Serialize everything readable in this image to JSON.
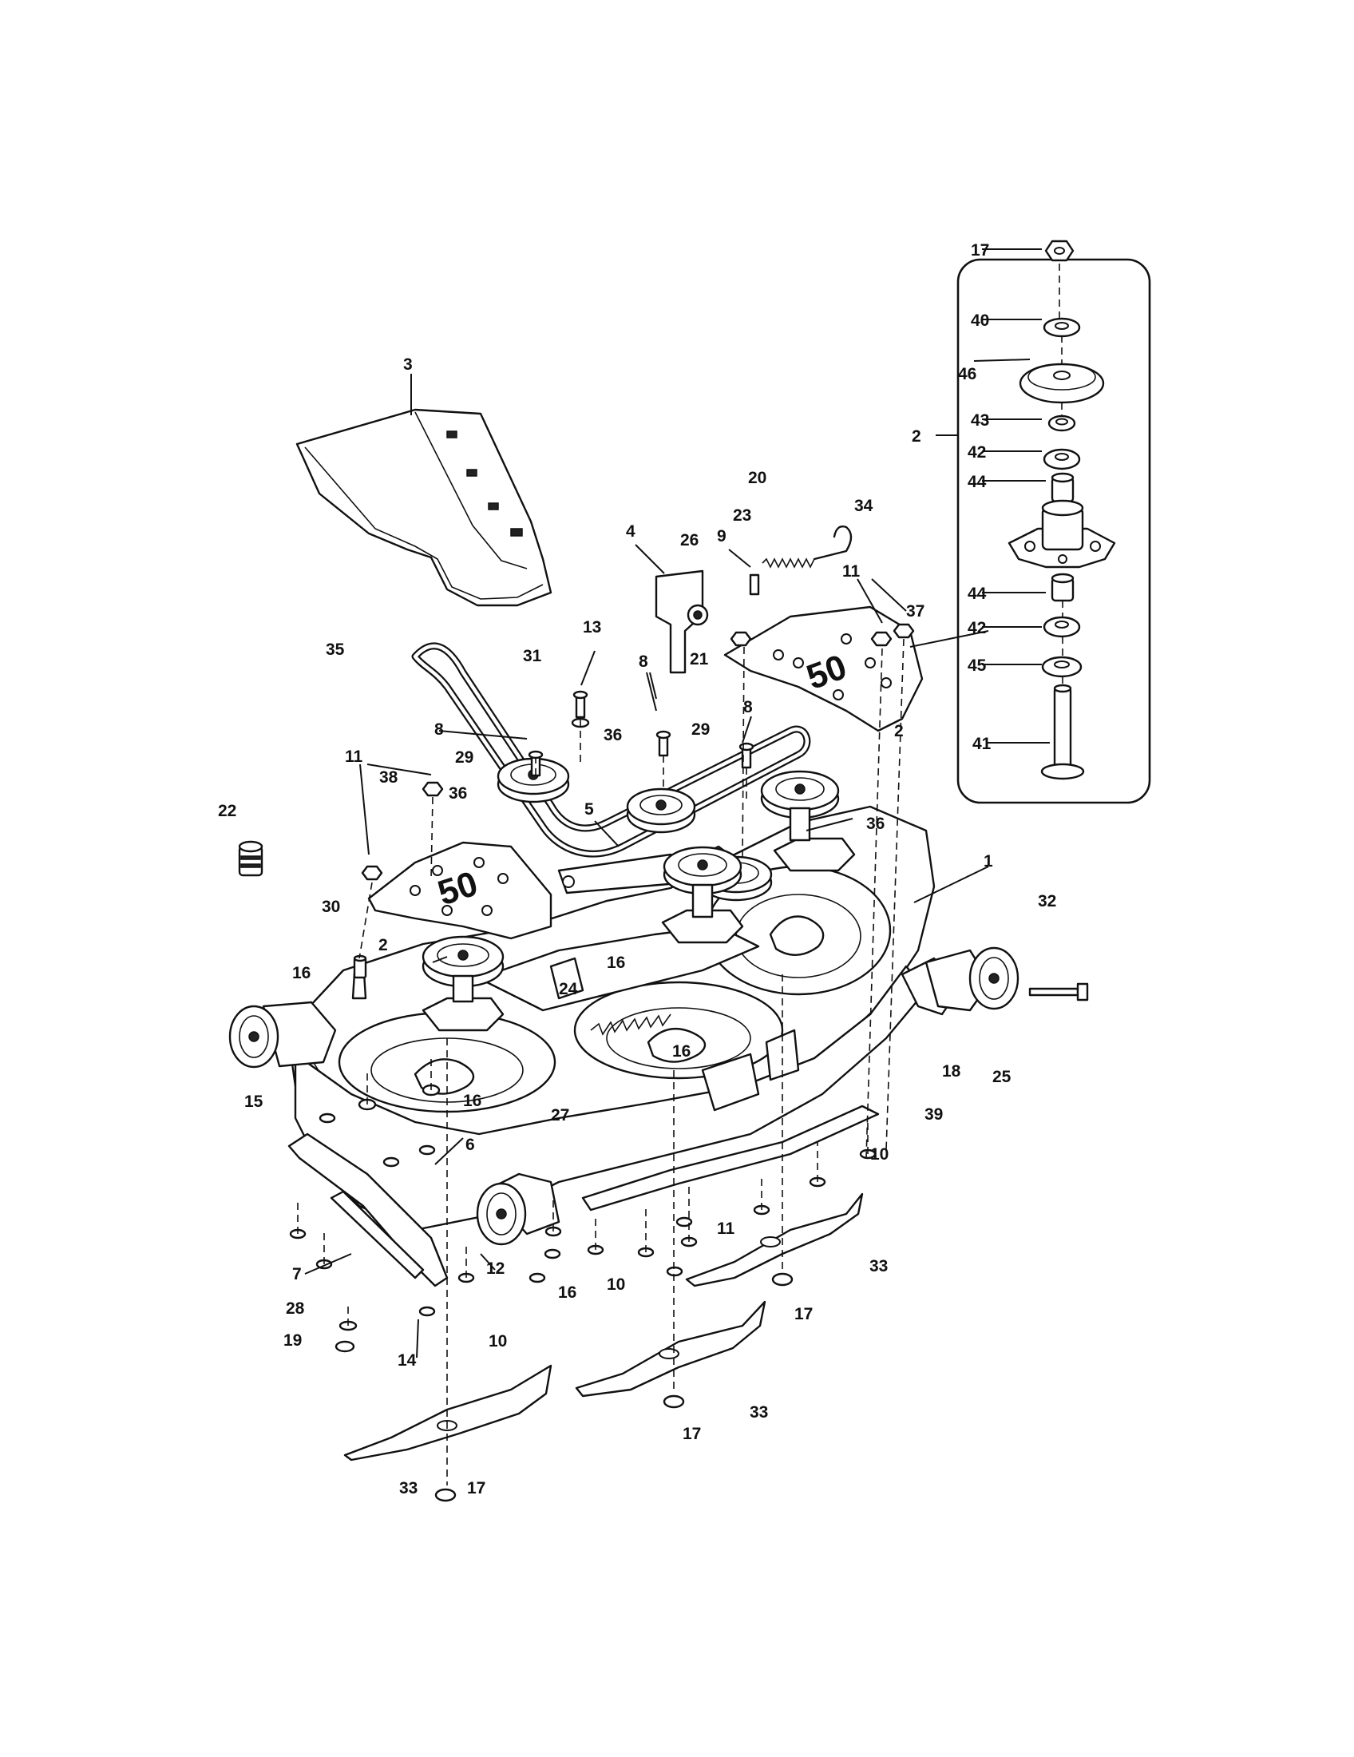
{
  "diagram": {
    "type": "exploded-parts-diagram",
    "deck_decal": "50",
    "callouts": [
      "1",
      "2",
      "3",
      "4",
      "5",
      "6",
      "7",
      "8",
      "9",
      "10",
      "11",
      "12",
      "13",
      "14",
      "15",
      "16",
      "17",
      "18",
      "19",
      "20",
      "21",
      "22",
      "23",
      "24",
      "25",
      "26",
      "27",
      "28",
      "29",
      "30",
      "31",
      "32",
      "33",
      "34",
      "35",
      "36",
      "37",
      "38",
      "39",
      "40",
      "41",
      "42",
      "43",
      "44",
      "45",
      "46"
    ],
    "inset": {
      "group_label": "2",
      "parts": [
        "17",
        "40",
        "46",
        "43",
        "42",
        "44",
        "44",
        "42",
        "45",
        "41"
      ]
    }
  },
  "colors": {
    "line": "#111111",
    "background": "#ffffff"
  }
}
